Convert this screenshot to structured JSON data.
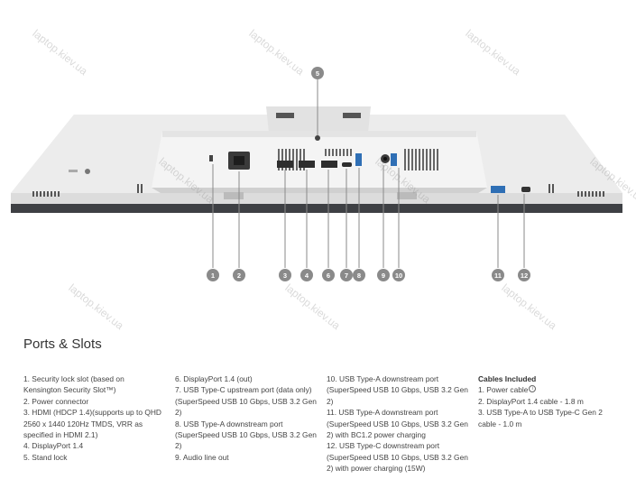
{
  "watermark": "laptop.kiev.ua",
  "callouts": [
    "1",
    "2",
    "3",
    "4",
    "5",
    "6",
    "7",
    "8",
    "9",
    "10",
    "11",
    "12"
  ],
  "section_title": "Ports & Slots",
  "ports_col1": [
    "1. Security lock slot (based on",
    "Kensington Security Slot™)",
    "2. Power connector",
    "3. HDMI (HDCP 1.4)(supports up to QHD",
    "2560 x 1440 120Hz TMDS, VRR as",
    "specified in HDMI 2.1)",
    "4. DisplayPort 1.4",
    "5. Stand lock"
  ],
  "ports_col2": [
    "6. DisplayPort 1.4 (out)",
    "7. USB Type-C upstream port (data only)",
    "(SuperSpeed USB 10 Gbps, USB 3.2 Gen",
    "2)",
    "8. USB Type-A downstream port",
    "(SuperSpeed USB 10 Gbps, USB 3.2 Gen",
    "2)",
    "9. Audio line out"
  ],
  "ports_col3": [
    "10. USB Type-A downstream port",
    "(SuperSpeed USB 10 Gbps, USB 3.2 Gen",
    "2)",
    "11. USB Type-A downstream port",
    "(SuperSpeed USB 10 Gbps, USB 3.2 Gen",
    "2) with BC1.2 power charging",
    "12. USB Type-C downstream port",
    "(SuperSpeed USB 10 Gbps, USB 3.2 Gen",
    "2) with power charging (15W)"
  ],
  "cables": {
    "title": "Cables Included",
    "item1": "1. Power cable",
    "item2": "2. DisplayPort 1.4 cable - 1.8 m",
    "item3": "3. USB Type-A to USB Type-C Gen 2",
    "item3b": "cable - 1.0 m"
  },
  "colors": {
    "callout_bg": "#8a8a8a",
    "monitor_body": "#e9e9e9",
    "monitor_edge": "#3e4044",
    "usb_blue": "#2f6fb5"
  }
}
